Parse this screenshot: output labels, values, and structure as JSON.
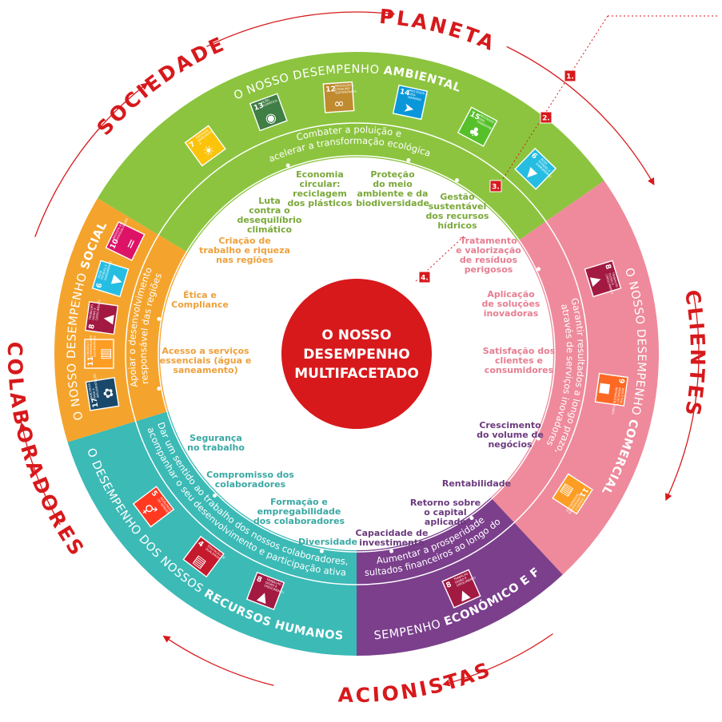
{
  "stakeholders": {
    "planeta": "PLANETA",
    "clientes": "CLIENTES",
    "acionistas": "ACIONISTAS",
    "colaboradores": "COLABORADORES",
    "sociedade": "SOCIEDADE"
  },
  "center": {
    "line1": "O NOSSO",
    "line2": "DESEMPENHO",
    "line3": "MULTIFACETADO"
  },
  "sections": {
    "ambiental": {
      "title_prefix": "O NOSSO DESEMPENHO ",
      "title_bold": "AMBIENTAL",
      "ring_line1": "Combater a poluição e",
      "ring_line2": "acelerar a transformação ecológica",
      "topics": [
        {
          "l1": "Luta",
          "l2": "contra o",
          "l3": "desequilíbrio",
          "l4": "climático"
        },
        {
          "l1": "Economia",
          "l2": "circular:",
          "l3": "reciclagem",
          "l4": "dos plásticos"
        },
        {
          "l1": "Proteção",
          "l2": "do meio",
          "l3": "ambiente e da",
          "l4": "biodiversidade"
        },
        {
          "l1": "Gestão",
          "l2": "sustentável",
          "l3": "dos recursos",
          "l4": "hídricos"
        }
      ],
      "sdgs": [
        {
          "num": "7",
          "label": "ENERGIAS RENOVÁVEIS E ACESSÍVEIS",
          "icon": "sun-icon",
          "color": "#fcc30b"
        },
        {
          "num": "13",
          "label": "AÇÃO CLIMÁTICA",
          "icon": "eye-globe-icon",
          "color": "#3f7e44"
        },
        {
          "num": "12",
          "label": "PRODUÇÃO E CONSUMO SUSTENTÁVEIS",
          "icon": "infinity-icon",
          "color": "#bf8b2e"
        },
        {
          "num": "14",
          "label": "PROTEGER A VIDA MARINHA",
          "icon": "fish-icon",
          "color": "#0a97d9"
        },
        {
          "num": "15",
          "label": "PROTEGER A VIDA TERRESTRE",
          "icon": "tree-icon",
          "color": "#56c02b"
        },
        {
          "num": "6",
          "label": "ÁGUA POTÁVEL E SANEAMENTO",
          "icon": "water-icon",
          "color": "#26bde2"
        }
      ]
    },
    "comercial": {
      "title_prefix": "O NOSSO DESEMPENHO ",
      "title_bold": "COMERCIAL",
      "ring_line1": "Garantir resultados a longo prazo,",
      "ring_line2": "através de serviços inovadores",
      "topics": [
        {
          "l1": "Tratamento",
          "l2": "e valorização",
          "l3": "de resíduos",
          "l4": "perigosos"
        },
        {
          "l1": "Aplicação",
          "l2": "de soluções",
          "l3": "inovadoras"
        },
        {
          "l1": "Satisfação dos",
          "l2": "clientes e",
          "l3": "consumidores"
        }
      ],
      "sdgs": [
        {
          "num": "8",
          "label": "TRABALHO DIGNO E CRESCIMENTO ECONÓMICO",
          "icon": "growth-chart-icon",
          "color": "#a21942"
        },
        {
          "num": "9",
          "label": "INDÚSTRIA, INOVAÇÃO E INFRAESTRUTURAS",
          "icon": "cubes-icon",
          "color": "#fd6925"
        },
        {
          "num": "11",
          "label": "CIDADES E COMUNIDADES SUSTENTÁVEIS",
          "icon": "city-icon",
          "color": "#fd9d24"
        }
      ]
    },
    "financeiro": {
      "title_prefix": "O NOSSO DESEMPENHO ",
      "title_bold": "ECONÓMICO E FINANCEIRO",
      "ring_line1": "Aumentar a prosperidade",
      "ring_line2": "e os resultados financeiros ao longo do tempo",
      "topics": [
        {
          "l1": "Crescimento",
          "l2": "do volume de",
          "l3": "negócios"
        },
        {
          "l1": "Rentabilidade"
        },
        {
          "l1": "Retorno sobre",
          "l2": "o capital",
          "l3": "aplicado"
        },
        {
          "l1": "Capacidade de",
          "l2": "investimento"
        }
      ],
      "sdgs": [
        {
          "num": "8",
          "label": "TRABALHO DIGNO E CRESCIMENTO ECONÓMICO",
          "icon": "growth-chart-icon",
          "color": "#a21942"
        }
      ]
    },
    "rh": {
      "title_prefix": "O DESEMPENHO DOS NOSSOS ",
      "title_bold": "RECURSOS HUMANOS",
      "ring_line1": "Dar um sentido ao trabalho dos nossos colaboradores,",
      "ring_line2": "acompanhar o seu desenvolvimento e participação ativa",
      "topics": [
        {
          "l1": "Segurança",
          "l2": "no trabalho"
        },
        {
          "l1": "Compromisso dos",
          "l2": "colaboradores"
        },
        {
          "l1": "Formação e",
          "l2": "empregabilidade",
          "l3": "dos colaboradores"
        },
        {
          "l1": "Diversidade"
        }
      ],
      "sdgs": [
        {
          "num": "8",
          "label": "TRABALHO DIGNO E CRESCIMENTO ECONÓMICO",
          "icon": "growth-chart-icon",
          "color": "#a21942"
        },
        {
          "num": "4",
          "label": "EDUCAÇÃO DE QUALIDADE",
          "icon": "book-icon",
          "color": "#c5192d"
        },
        {
          "num": "5",
          "label": "IGUALDADE DE GÉNERO",
          "icon": "gender-icon",
          "color": "#ff3a21"
        }
      ]
    },
    "social": {
      "title_prefix": "O NOSSO DESEMPENHO ",
      "title_bold": "SOCIAL",
      "ring_line1": "Apoiar o desenvolvimento",
      "ring_line2": "responsável das regiões",
      "topics": [
        {
          "l1": "Criação de",
          "l2": "trabalho e riqueza",
          "l3": "nas regiões"
        },
        {
          "l1": "Ética e",
          "l2": "Compliance"
        },
        {
          "l1": "Acesso a serviços",
          "l2": "essenciais (água e",
          "l3": "saneamento)"
        }
      ],
      "sdgs": [
        {
          "num": "17",
          "label": "PARCERIAS PARA A IMPLEMENTAÇÃO DOS OBJETIVOS",
          "icon": "flower-icon",
          "color": "#19486a"
        },
        {
          "num": "11",
          "label": "CIDADES E COMUNIDADES SUSTENTÁVEIS",
          "icon": "city-icon",
          "color": "#fd9d24"
        },
        {
          "num": "8",
          "label": "TRABALHO DIGNO E CRESCIMENTO ECONÓMICO",
          "icon": "growth-chart-icon",
          "color": "#a21942"
        },
        {
          "num": "6",
          "label": "ÁGUA POTÁVEL E SANEAMENTO",
          "icon": "water-icon",
          "color": "#26bde2"
        },
        {
          "num": "10",
          "label": "REDUZIR AS DESIGUALDADES",
          "icon": "equal-icon",
          "color": "#dd1367"
        }
      ]
    }
  },
  "steps": [
    "1.",
    "2.",
    "3.",
    "4."
  ],
  "colors": {
    "ambiental": "#8cc43f",
    "comercial": "#ee8a9b",
    "financeiro": "#7b3f8c",
    "rh": "#3cbab6",
    "social": "#f4a42c",
    "accent_red": "#d7191c"
  }
}
